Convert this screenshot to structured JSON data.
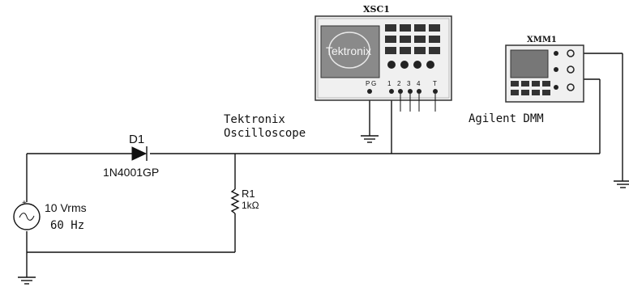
{
  "source": {
    "voltage": "10 Vrms",
    "frequency": "60  Hz"
  },
  "diode": {
    "ref": "D1",
    "model": "1N4001GP"
  },
  "resistor": {
    "ref": "R1",
    "value": "1kΩ"
  },
  "oscilloscope": {
    "ref": "XSC1",
    "brand_screen": "Tektronix",
    "label_line1": "Tektronix",
    "label_line2": "Oscilloscope",
    "terminals": [
      "P",
      "G",
      "1",
      "2",
      "3",
      "4",
      "T"
    ]
  },
  "multimeter": {
    "ref": "XMM1",
    "label": "Agilent DMM"
  }
}
